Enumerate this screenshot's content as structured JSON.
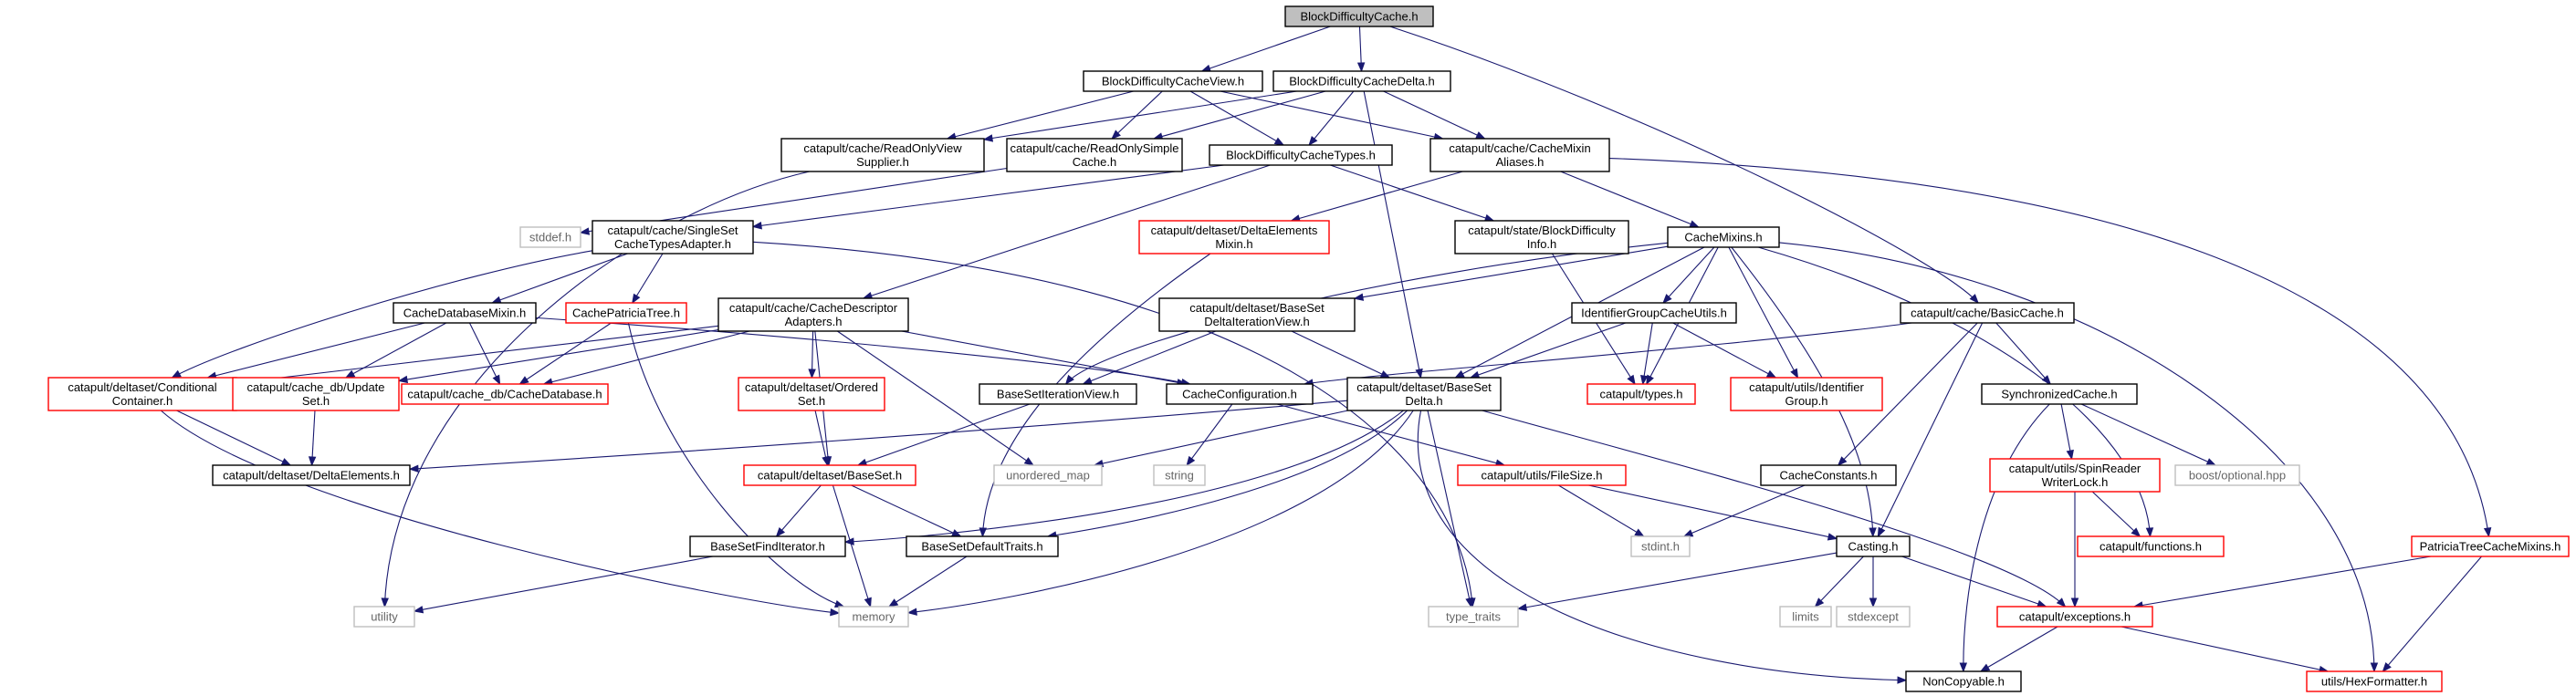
{
  "colors": {
    "edge": "#191970",
    "root_fill": "#bfbfbf",
    "link_border": "#000000",
    "missing_border": "#ff0000",
    "external_border": "#bfbfbf"
  },
  "nodes": {
    "root": "BlockDifficultyCache.h",
    "cache_view": "BlockDifficultyCacheView.h",
    "cache_delta": "BlockDifficultyCacheDelta.h",
    "readonly_view_supplier": [
      "catapult/cache/ReadOnlyView",
      "Supplier.h"
    ],
    "readonly_simple_cache": [
      "catapult/cache/ReadOnlySimple",
      "Cache.h"
    ],
    "cache_types": "BlockDifficultyCacheTypes.h",
    "cache_mixin_aliases": [
      "catapult/cache/CacheMixin",
      "Aliases.h"
    ],
    "stddef": "stddef.h",
    "singleset_adapter": [
      "catapult/cache/SingleSet",
      "CacheTypesAdapter.h"
    ],
    "delta_elements_mixin": [
      "catapult/deltaset/DeltaElements",
      "Mixin.h"
    ],
    "block_difficulty_info": [
      "catapult/state/BlockDifficulty",
      "Info.h"
    ],
    "cache_mixins": "CacheMixins.h",
    "patricia_mixins": "PatriciaTreeCacheMixins.h",
    "cache_database_mixin": "CacheDatabaseMixin.h",
    "cache_patricia_tree": "CachePatriciaTree.h",
    "descriptor_adapters": [
      "catapult/cache/CacheDescriptor",
      "Adapters.h"
    ],
    "baseset_delta_iteration_view": [
      "catapult/deltaset/BaseSet",
      "DeltaIterationView.h"
    ],
    "identifier_group_cache_utils": "IdentifierGroupCacheUtils.h",
    "basic_cache": "catapult/cache/BasicCache.h",
    "conditional_container": [
      "catapult/deltaset/Conditional",
      "Container.h"
    ],
    "update_set": [
      "catapult/cache_db/Update",
      "Set.h"
    ],
    "cache_database": "catapult/cache_db/CacheDatabase.h",
    "ordered_set": [
      "catapult/deltaset/Ordered",
      "Set.h"
    ],
    "baseset_iteration_view": "BaseSetIterationView.h",
    "cache_configuration": "CacheConfiguration.h",
    "baseset_delta": [
      "catapult/deltaset/BaseSet",
      "Delta.h"
    ],
    "types": "catapult/types.h",
    "identifier_group": [
      "catapult/utils/Identifier",
      "Group.h"
    ],
    "synchronized_cache": "SynchronizedCache.h",
    "delta_elements": "catapult/deltaset/DeltaElements.h",
    "unordered_map": "unordered_map",
    "string": "string",
    "baseset": "catapult/deltaset/BaseSet.h",
    "filesize": "catapult/utils/FileSize.h",
    "cache_constants": "CacheConstants.h",
    "spin_reader_writer_lock": [
      "catapult/utils/SpinReader",
      "WriterLock.h"
    ],
    "boost_optional": "boost/optional.hpp",
    "baseset_find_iterator": "BaseSetFindIterator.h",
    "baseset_default_traits": "BaseSetDefaultTraits.h",
    "stdint": "stdint.h",
    "casting": "Casting.h",
    "functions": "catapult/functions.h",
    "utility": "utility",
    "memory": "memory",
    "type_traits": "type_traits",
    "limits": "limits",
    "stdexcept": "stdexcept",
    "exceptions": "catapult/exceptions.h",
    "noncopyable": "NonCopyable.h",
    "hexformatter": "utils/HexFormatter.h"
  }
}
